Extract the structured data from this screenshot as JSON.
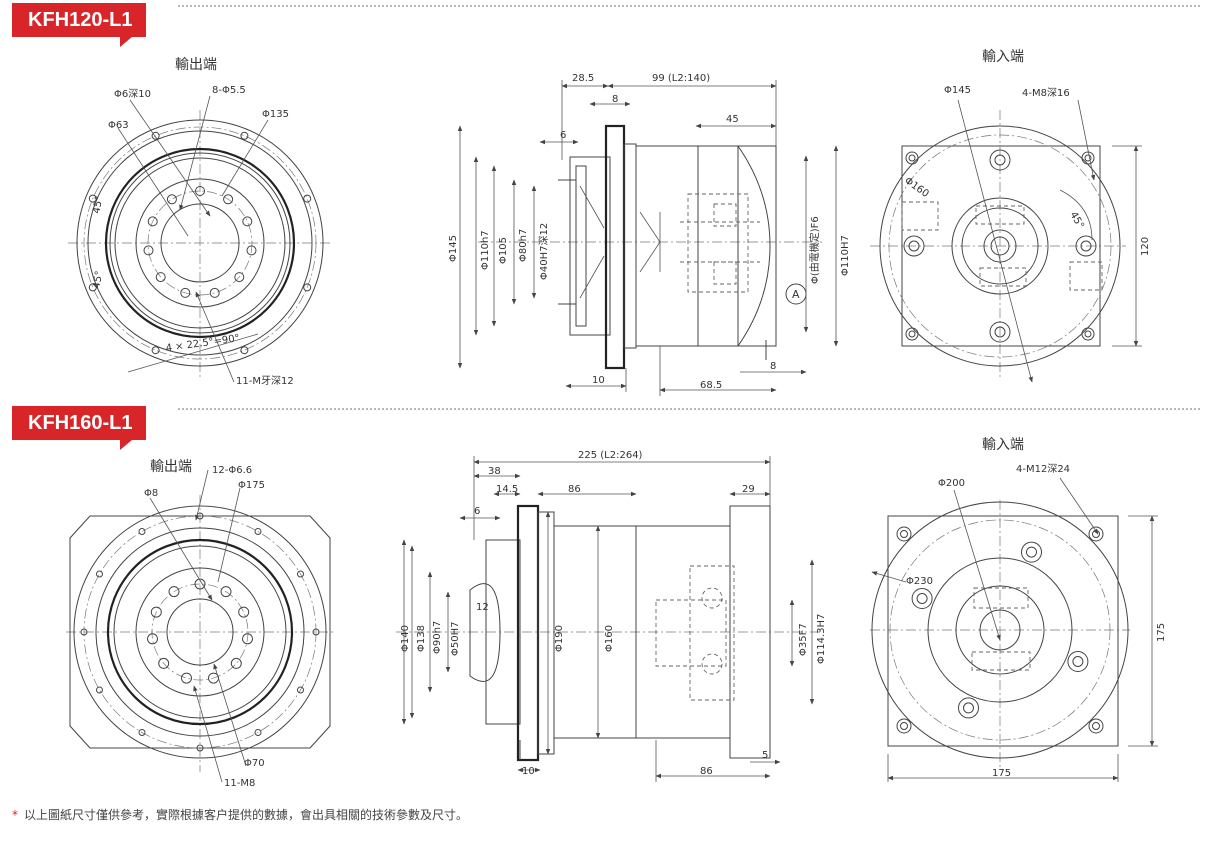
{
  "section1": {
    "title": "KFH120-L1",
    "output_caption": "輸出端",
    "input_caption": "輸入端",
    "output_labels": {
      "hole_bolt": "Φ6深10",
      "holes": "8-Φ5.5",
      "d63": "Φ63",
      "d135": "Φ135",
      "ang1": "45°",
      "ang2": "45°",
      "pitch": "4 × 22.5°=90°",
      "threads": "11-M牙深12"
    },
    "side_labels": {
      "w285": "28.5",
      "w99": "99 (L2:140)",
      "w8a": "8",
      "w6": "6",
      "w45": "45",
      "d145": "Φ145",
      "d110h7": "Φ110h7",
      "d105": "Φ105",
      "d80h7": "Φ80h7",
      "d40": "Φ40H7深12",
      "motor": "Φ(由電機定)F6",
      "d110H7": "Φ110H7",
      "markA": "A",
      "w10": "10",
      "w8b": "8",
      "w685": "68.5"
    },
    "input_labels": {
      "d145": "Φ145",
      "threads": "4-M8深16",
      "d160": "Φ160",
      "ang": "45°",
      "h120": "120"
    }
  },
  "section2": {
    "title": "KFH160-L1",
    "output_caption": "輸出端",
    "input_caption": "輸入端",
    "output_labels": {
      "holes": "12-Φ6.6",
      "d8": "Φ8",
      "d175": "Φ175",
      "d70": "Φ70",
      "threads": "11-M8"
    },
    "side_labels": {
      "w225": "225 (L2:264)",
      "w38": "38",
      "w145": "14.5",
      "w86a": "86",
      "w29": "29",
      "w6": "6",
      "w12": "12",
      "d140": "Φ140",
      "d138": "Φ138",
      "d90h7": "Φ90h7",
      "d50H7": "Φ50H7",
      "d190": "Φ190",
      "d160": "Φ160",
      "d35F7": "Φ35F7",
      "d1143": "Φ114.3H7",
      "w10": "10",
      "w86b": "86",
      "w5": "5"
    },
    "input_labels": {
      "d200": "Φ200",
      "threads": "4-M12深24",
      "d230": "Φ230",
      "h175": "175",
      "w175": "175"
    }
  },
  "footnote": {
    "star": "*",
    "text": "以上圖紙尺寸僅供參考，實際根據客户提供的數據，會出具相關的技術參數及尺寸。"
  },
  "colors": {
    "accent": "#d8252a",
    "line": "#444444"
  }
}
